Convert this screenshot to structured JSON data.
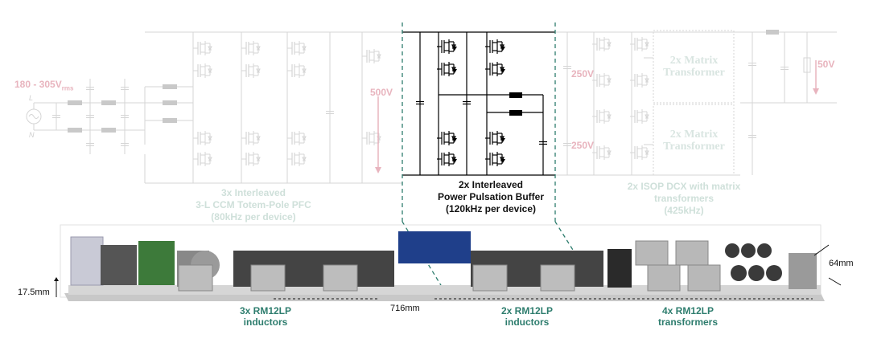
{
  "circuit": {
    "input_voltage": "180 - 305V",
    "input_voltage_sub": "rms",
    "line_label": "L",
    "neutral_label": "N",
    "dc_link_voltage": "500V",
    "isop_voltage_top": "250V",
    "isop_voltage_bottom": "250V",
    "output_voltage": "50V",
    "matrix_transformer_top": [
      "2x Matrix",
      "Transformer"
    ],
    "matrix_transformer_bottom": [
      "2x Matrix",
      "Transformer"
    ]
  },
  "stages": [
    {
      "lines": [
        "3x Interleaved",
        "3-L CCM Totem-Pole PFC",
        "(80kHz per device)"
      ]
    },
    {
      "lines": [
        "2x Interleaved",
        "Power Pulsation Buffer",
        "(120kHz per device)"
      ]
    },
    {
      "lines": [
        "2x ISOP DCX with matrix",
        "transformers",
        "(425kHz)"
      ]
    }
  ],
  "hardware": {
    "height_label": "17.5mm",
    "length_label": "716mm",
    "depth_label": "64mm",
    "groups": [
      {
        "lines": [
          "3x RM12LP",
          "inductors"
        ]
      },
      {
        "lines": [
          "2x RM12LP",
          "inductors"
        ]
      },
      {
        "lines": [
          "4x RM12LP",
          "transformers"
        ]
      }
    ]
  },
  "colors": {
    "faded_circuit": "#d5d5d5",
    "highlight_circuit": "#000000",
    "dashed_box": "#2e7d6e",
    "label_green": "#2e7d6e",
    "pink_label": "#e8b4be"
  }
}
